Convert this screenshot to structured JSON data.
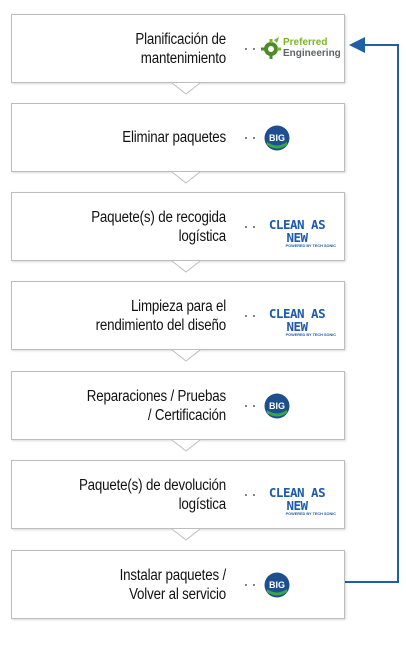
{
  "colors": {
    "accent_blue": "#1d5aa8",
    "arrow_blue": "#1f5fa3",
    "box_border": "#bdbdbd",
    "pe_green": "#7cb32b"
  },
  "steps": [
    {
      "label": "Planificación de mantenimiento",
      "logo": "preferred-engineering-logo",
      "logo_text": [
        "Preferred",
        "Engineering"
      ]
    },
    {
      "label": "Eliminar paquetes",
      "logo": "big-logo",
      "logo_text": [
        "BIG"
      ]
    },
    {
      "label": "Paquete(s) de recogida logística",
      "logo": "clean-as-new-logo",
      "logo_text": [
        "CLEAN AS NEW",
        "POWERED BY TECH SONIC"
      ]
    },
    {
      "label": "Limpieza para el\nrendimiento del diseño",
      "logo": "clean-as-new-logo",
      "logo_text": [
        "CLEAN AS NEW",
        "POWERED BY TECH SONIC"
      ]
    },
    {
      "label": "Reparaciones / Pruebas\n/ Certificación",
      "logo": "big-logo",
      "logo_text": [
        "BIG"
      ]
    },
    {
      "label": "Paquete(s) de devolución\nlogística",
      "logo": "clean-as-new-logo",
      "logo_text": [
        "CLEAN AS NEW",
        "POWERED BY TECH SONIC"
      ]
    },
    {
      "label": "Instalar paquetes /\nVolver al servicio",
      "logo": "big-logo",
      "logo_text": [
        "BIG"
      ]
    }
  ]
}
